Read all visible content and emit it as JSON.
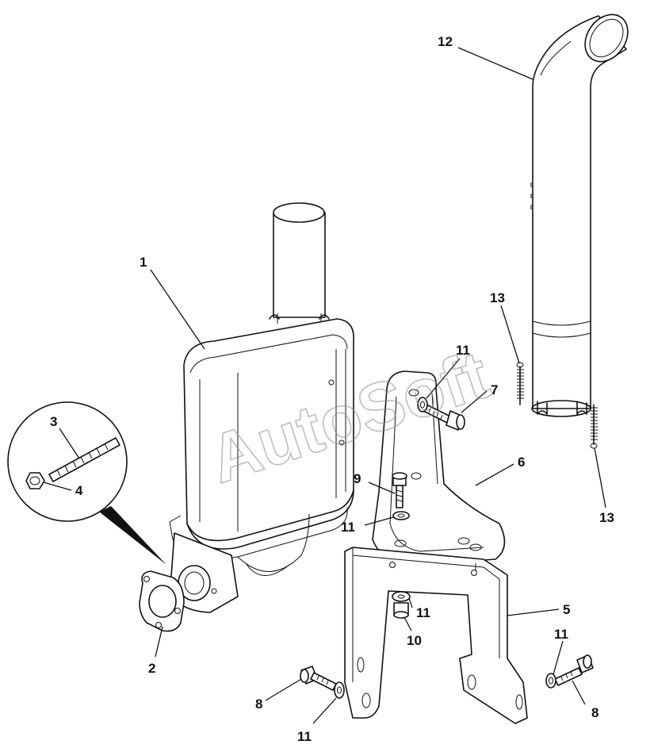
{
  "watermark": "AutoSoft",
  "callouts": [
    {
      "id": "c1",
      "label": "1"
    },
    {
      "id": "c2",
      "label": "2"
    },
    {
      "id": "c3",
      "label": "3"
    },
    {
      "id": "c4",
      "label": "4"
    },
    {
      "id": "c5",
      "label": "5"
    },
    {
      "id": "c6",
      "label": "6"
    },
    {
      "id": "c7",
      "label": "7"
    },
    {
      "id": "c8a",
      "label": "8"
    },
    {
      "id": "c8b",
      "label": "8"
    },
    {
      "id": "c9",
      "label": "9"
    },
    {
      "id": "c10",
      "label": "10"
    },
    {
      "id": "c11a",
      "label": "11"
    },
    {
      "id": "c11b",
      "label": "11"
    },
    {
      "id": "c11c",
      "label": "11"
    },
    {
      "id": "c11d",
      "label": "11"
    },
    {
      "id": "c11e",
      "label": "11"
    },
    {
      "id": "c12",
      "label": "12"
    },
    {
      "id": "c13a",
      "label": "13"
    },
    {
      "id": "c13b",
      "label": "13"
    }
  ],
  "colors": {
    "line": "#111111",
    "watermark": "#8a8a8a",
    "background": "#ffffff"
  }
}
